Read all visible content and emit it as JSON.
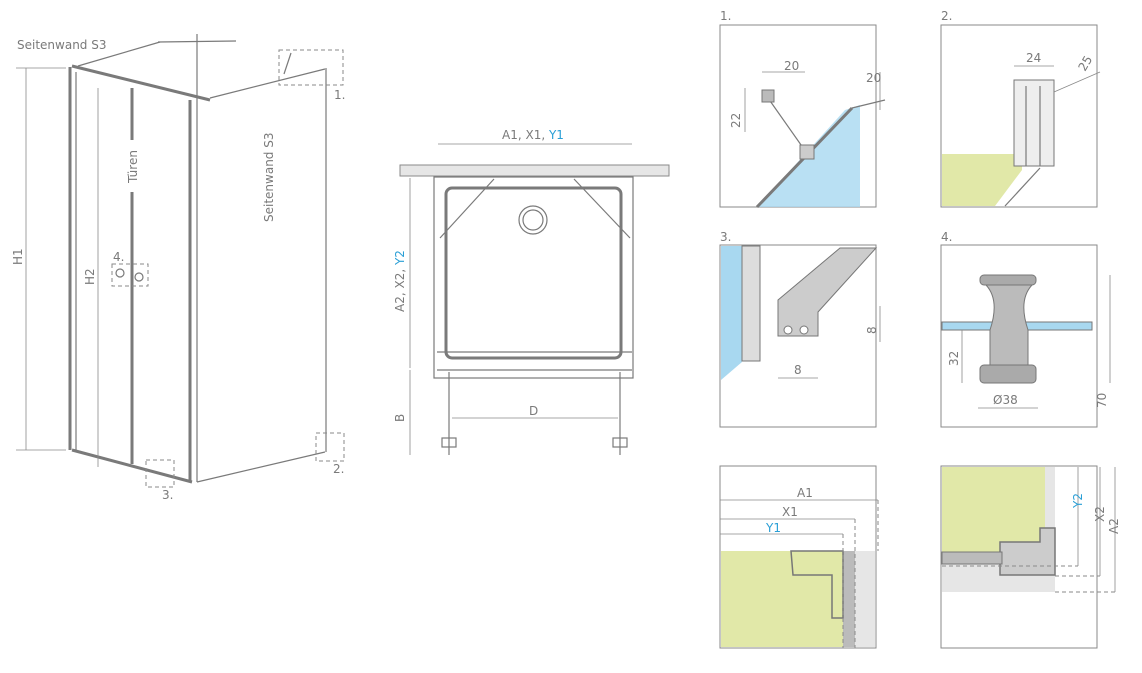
{
  "perspective": {
    "side_wall_top_label": "Seitenwand S3",
    "side_wall_label": "Seitenwand S3",
    "doors_label": "Türen",
    "h1": "H1",
    "h2": "H2",
    "callout_1": "1.",
    "callout_2": "2.",
    "callout_3": "3.",
    "callout_4": "4."
  },
  "plan": {
    "width_label_gray": "A1, X1, ",
    "width_label_blue": "Y1",
    "depth_label_gray": "A2, X2, ",
    "depth_label_blue": "Y2",
    "b_label": "B",
    "d_label": "D"
  },
  "details": {
    "d1": {
      "title": "1.",
      "dim_a": "20",
      "dim_b": "20",
      "dim_c": "22"
    },
    "d2": {
      "title": "2.",
      "dim_a": "24",
      "dim_b": "25"
    },
    "d3": {
      "title": "3.",
      "dim_a": "8",
      "dim_b": "8"
    },
    "d4": {
      "title": "4.",
      "dim_a": "32",
      "dim_b": "Ø38",
      "dim_c": "70"
    },
    "d5": {
      "a1": "A1",
      "x1": "X1",
      "y1": "Y1"
    },
    "d6": {
      "y2": "Y2",
      "x2": "X2",
      "a2": "A2"
    }
  },
  "colors": {
    "accent": "#2a9fd6",
    "floor": "#e1e8a8",
    "glass": "#a8d8f0",
    "wall": "#e6e6e6"
  }
}
